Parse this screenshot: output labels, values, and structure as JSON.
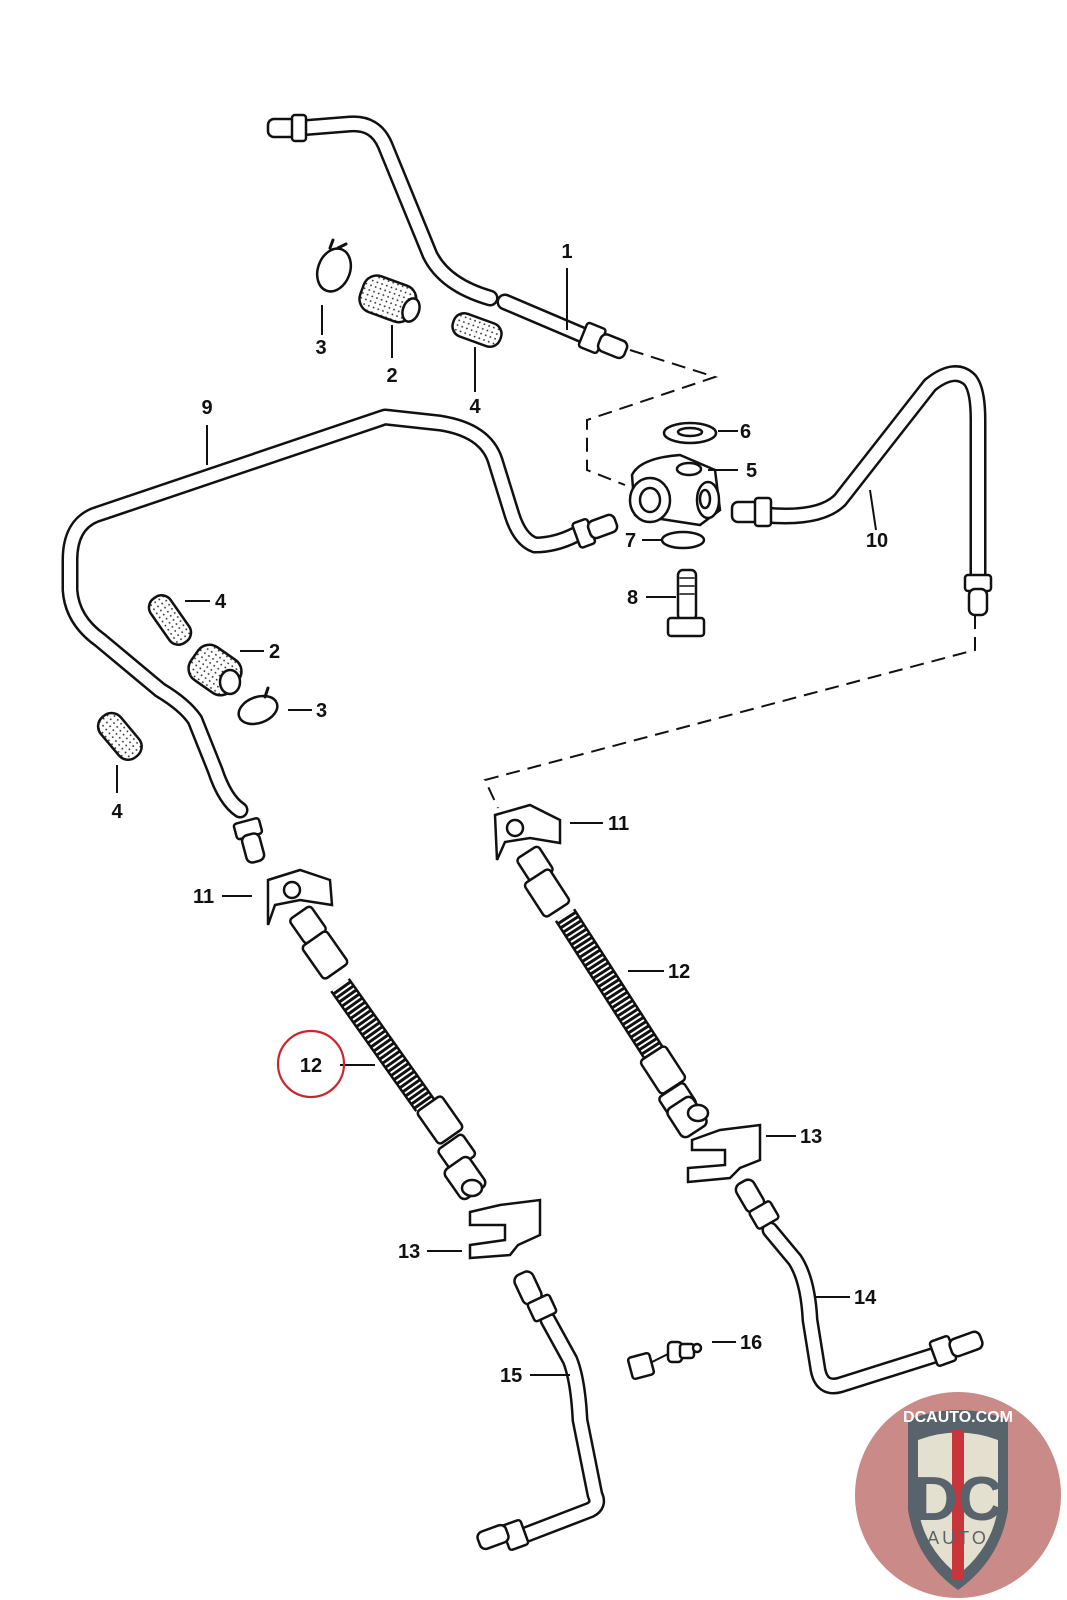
{
  "diagram": {
    "title": "Brake line / hose assembly exploded parts diagram",
    "callouts": [
      {
        "id": "c1",
        "label": "1",
        "part": "brake-line-upper"
      },
      {
        "id": "c2a",
        "label": "2",
        "part": "grommet"
      },
      {
        "id": "c3a",
        "label": "3",
        "part": "hose-clip"
      },
      {
        "id": "c4a",
        "label": "4",
        "part": "protective-sleeve"
      },
      {
        "id": "c5",
        "label": "5",
        "part": "distribution-piece"
      },
      {
        "id": "c6",
        "label": "6",
        "part": "washer-upper"
      },
      {
        "id": "c7",
        "label": "7",
        "part": "washer-lower"
      },
      {
        "id": "c8",
        "label": "8",
        "part": "bolt"
      },
      {
        "id": "c9",
        "label": "9",
        "part": "brake-line-left"
      },
      {
        "id": "c10",
        "label": "10",
        "part": "brake-line-right"
      },
      {
        "id": "c4b",
        "label": "4",
        "part": "protective-sleeve"
      },
      {
        "id": "c2b",
        "label": "2",
        "part": "grommet"
      },
      {
        "id": "c3b",
        "label": "3",
        "part": "hose-clip"
      },
      {
        "id": "c4c",
        "label": "4",
        "part": "protective-sleeve"
      },
      {
        "id": "c11a",
        "label": "11",
        "part": "bracket-left"
      },
      {
        "id": "c11b",
        "label": "11",
        "part": "bracket-right"
      },
      {
        "id": "c12a",
        "label": "12",
        "part": "brake-hose-left",
        "highlighted": true
      },
      {
        "id": "c12b",
        "label": "12",
        "part": "brake-hose-right"
      },
      {
        "id": "c13a",
        "label": "13",
        "part": "retaining-clip-left"
      },
      {
        "id": "c13b",
        "label": "13",
        "part": "retaining-clip-right"
      },
      {
        "id": "c14",
        "label": "14",
        "part": "brake-line-lower-right"
      },
      {
        "id": "c15",
        "label": "15",
        "part": "brake-line-lower-left"
      },
      {
        "id": "c16",
        "label": "16",
        "part": "sensor"
      }
    ],
    "highlight_color": "#c8282d"
  },
  "logo": {
    "top_text": "DCAUTO.COM",
    "main_text": "DC",
    "sub_text": "AUTO",
    "colors": {
      "circle": "#c98a88",
      "shield": "#59636b",
      "inner": "#e4e0cf",
      "stripe": "#c8353a"
    }
  }
}
